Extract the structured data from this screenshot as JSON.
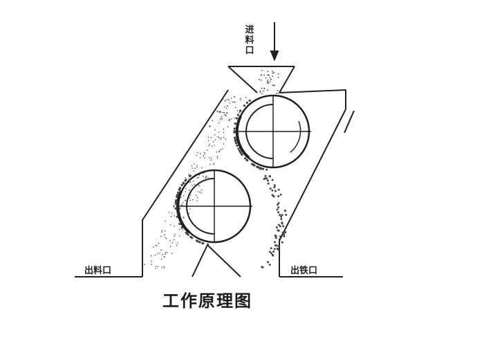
{
  "labels": {
    "feed_inlet": "进\n料\n口",
    "discharge_outlet": "出料口",
    "iron_outlet": "出铁口"
  },
  "caption": "工作原理图",
  "colors": {
    "line": "#1f1f1f",
    "particle": "#444444"
  }
}
